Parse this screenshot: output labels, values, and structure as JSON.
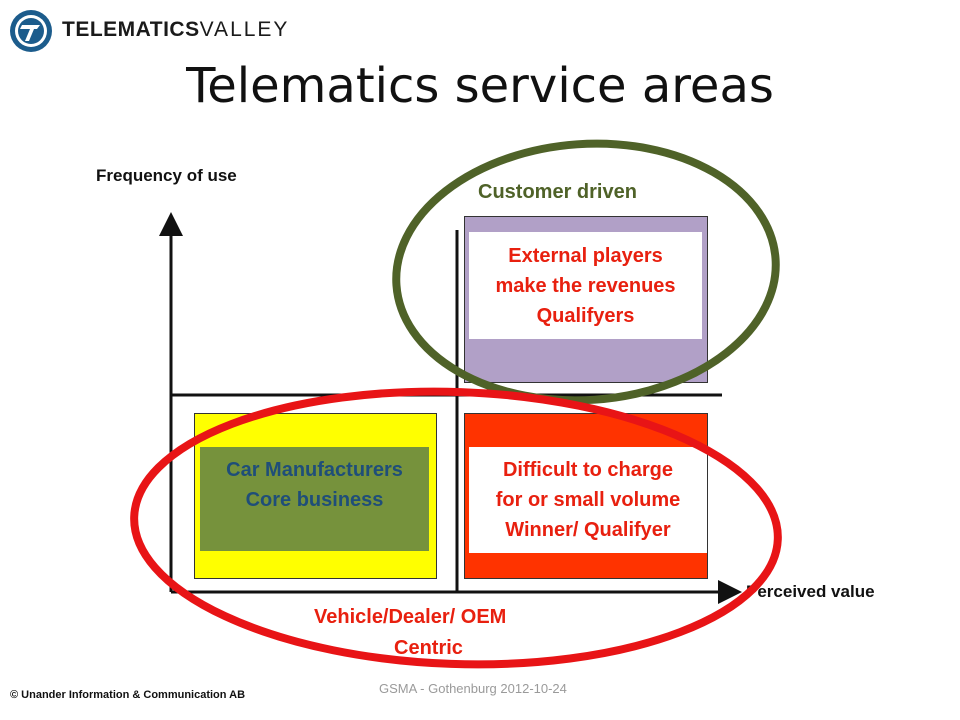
{
  "header": {
    "logo_bold": "TELEMATICS",
    "logo_thin": "VALLEY",
    "title": "Telematics service areas"
  },
  "axes": {
    "y_label": "Frequency of use",
    "x_label": "Perceived value"
  },
  "groups": {
    "customer_driven": "Customer driven",
    "vehicle_centric_line1": "Vehicle/Dealer/ OEM",
    "vehicle_centric_line2": "Centric"
  },
  "quadrants": {
    "top_right": {
      "lines": [
        "External players",
        "make the revenues",
        "Qualifyers"
      ],
      "fill": "#b1a0c7",
      "text_color": "#e8200f"
    },
    "bottom_left": {
      "lines": [
        "Car Manufacturers",
        "Core business"
      ],
      "fill": "#ffff00",
      "inner_fill": "#76923c",
      "text_color": "#1f4e79"
    },
    "bottom_right": {
      "lines": [
        "Difficult to charge",
        "for or small volume",
        "Winner/ Qualifyer"
      ],
      "fill": "#ff3300",
      "text_color": "#e8200f"
    }
  },
  "colors": {
    "green_ellipse": "#4f6228",
    "red_ellipse": "#e81416",
    "customer_label": "#4f6228",
    "vehicle_label": "#e8200f",
    "brand_blue": "#1c5c8c"
  },
  "footer": {
    "copyright": "© Unander Information & Communication AB",
    "event": "GSMA - Gothenburg 2012-10-24"
  }
}
